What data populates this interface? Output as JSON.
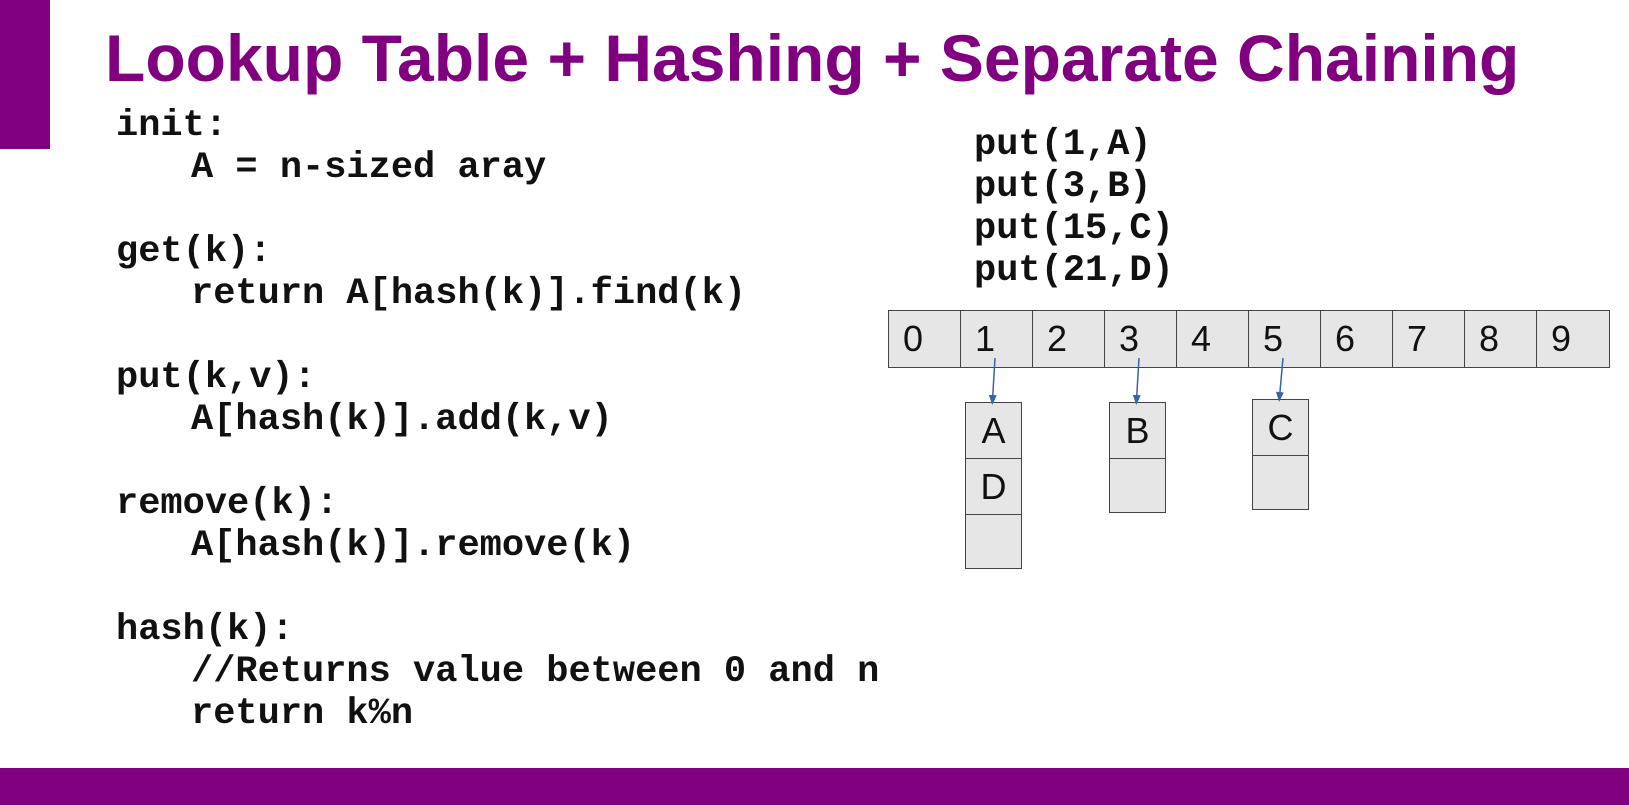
{
  "colors": {
    "accent": "#800080",
    "arrow": "#3465a4",
    "cell_fill": "#e6e6e6"
  },
  "slide": {
    "title": "Lookup Table + Hashing + Separate Chaining"
  },
  "code": {
    "lines": [
      {
        "text": "init:",
        "indent": false
      },
      {
        "text": "A = n-sized aray",
        "indent": true
      },
      {
        "text": "",
        "indent": false
      },
      {
        "text": "get(k):",
        "indent": false
      },
      {
        "text": "return A[hash(k)].find(k)",
        "indent": true
      },
      {
        "text": "",
        "indent": false
      },
      {
        "text": "put(k,v):",
        "indent": false
      },
      {
        "text": "A[hash(k)].add(k,v)",
        "indent": true
      },
      {
        "text": "",
        "indent": false
      },
      {
        "text": "remove(k):",
        "indent": false
      },
      {
        "text": "A[hash(k)].remove(k)",
        "indent": true
      },
      {
        "text": "",
        "indent": false
      },
      {
        "text": "hash(k):",
        "indent": false
      },
      {
        "text": "//Returns value between 0 and n",
        "indent": true
      },
      {
        "text": "return k%n",
        "indent": true
      }
    ]
  },
  "operations": [
    "put(1,A)",
    "put(3,B)",
    "put(15,C)",
    "put(21,D)"
  ],
  "array": {
    "indices": [
      "0",
      "1",
      "2",
      "3",
      "4",
      "5",
      "6",
      "7",
      "8",
      "9"
    ]
  },
  "chains": [
    {
      "index": "1",
      "nodes": [
        "A",
        "D",
        ""
      ]
    },
    {
      "index": "3",
      "nodes": [
        "B",
        ""
      ]
    },
    {
      "index": "5",
      "nodes": [
        "C",
        ""
      ]
    }
  ]
}
